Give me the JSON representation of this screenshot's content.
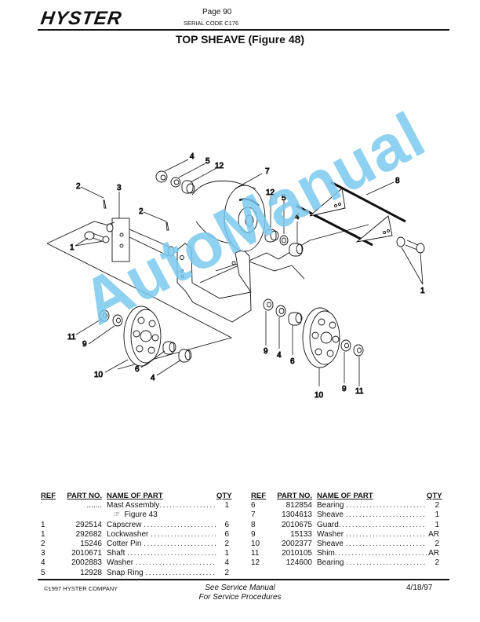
{
  "header": {
    "brand": "HYSTER",
    "page": "Page 90",
    "serial_code": "SERIAL CODE C176",
    "title": "TOP SHEAVE (Figure 48)"
  },
  "diagram": {
    "callouts": [
      "1",
      "2",
      "3",
      "4",
      "5",
      "6",
      "7",
      "8",
      "9",
      "10",
      "11",
      "12"
    ],
    "labels": {
      "c4a": "4",
      "c5a": "5",
      "c12a": "12",
      "c7": "7",
      "c2a": "2",
      "c3": "3",
      "c2b": "2",
      "c1a": "1",
      "c12b": "12",
      "c5b": "5",
      "c4b": "4",
      "c8": "8",
      "c1b": "1",
      "c11a": "11",
      "c9a": "9",
      "c10a": "10",
      "c6a": "6",
      "c4c": "4",
      "c9b": "9",
      "c4d": "4",
      "c6b": "6",
      "c10b": "10",
      "c9c": "9",
      "c11b": "11"
    },
    "watermark": "AutoManual",
    "watermark_color": "#7cc9ef"
  },
  "parts_table": {
    "headers": {
      "ref": "REF",
      "part_no": "PART NO.",
      "name": "NAME OF PART",
      "qty": "QTY"
    },
    "left": [
      {
        "ref": "",
        "part_no": ".......",
        "name": "Mast Assembly",
        "qty": "1"
      },
      {
        "ref": "",
        "part_no": "",
        "name": "Figure 43",
        "qty": "",
        "icon": "pointing-hand-icon"
      },
      {
        "ref": "1",
        "part_no": "292514",
        "name": "Capscrew",
        "qty": "6"
      },
      {
        "ref": "1",
        "part_no": "292682",
        "name": "Lockwasher",
        "qty": "6"
      },
      {
        "ref": "2",
        "part_no": "15246",
        "name": "Cotter Pin",
        "qty": "2"
      },
      {
        "ref": "3",
        "part_no": "2010671",
        "name": "Shaft",
        "qty": "1"
      },
      {
        "ref": "4",
        "part_no": "2002883",
        "name": "Washer",
        "qty": "4"
      },
      {
        "ref": "5",
        "part_no": "12928",
        "name": "Snap Ring",
        "qty": "2"
      }
    ],
    "right": [
      {
        "ref": "6",
        "part_no": "812854",
        "name": "Bearing",
        "qty": "2"
      },
      {
        "ref": "7",
        "part_no": "1304613",
        "name": "Sheave",
        "qty": "1"
      },
      {
        "ref": "8",
        "part_no": "2010675",
        "name": "Guard",
        "qty": "1"
      },
      {
        "ref": "9",
        "part_no": "15133",
        "name": "Washer",
        "qty": "AR"
      },
      {
        "ref": "10",
        "part_no": "2002377",
        "name": "Sheave",
        "qty": "2"
      },
      {
        "ref": "11",
        "part_no": "2010105",
        "name": "Shim",
        "qty": "AR"
      },
      {
        "ref": "12",
        "part_no": "124600",
        "name": "Bearing",
        "qty": "2"
      }
    ]
  },
  "footer": {
    "copyright": "©1997 HYSTER COMPANY",
    "note_line1": "See Service Manual",
    "note_line2": "For Service Procedures",
    "date": "4/18/97"
  },
  "dots": "..............................................",
  "pointer_glyph": "☞"
}
